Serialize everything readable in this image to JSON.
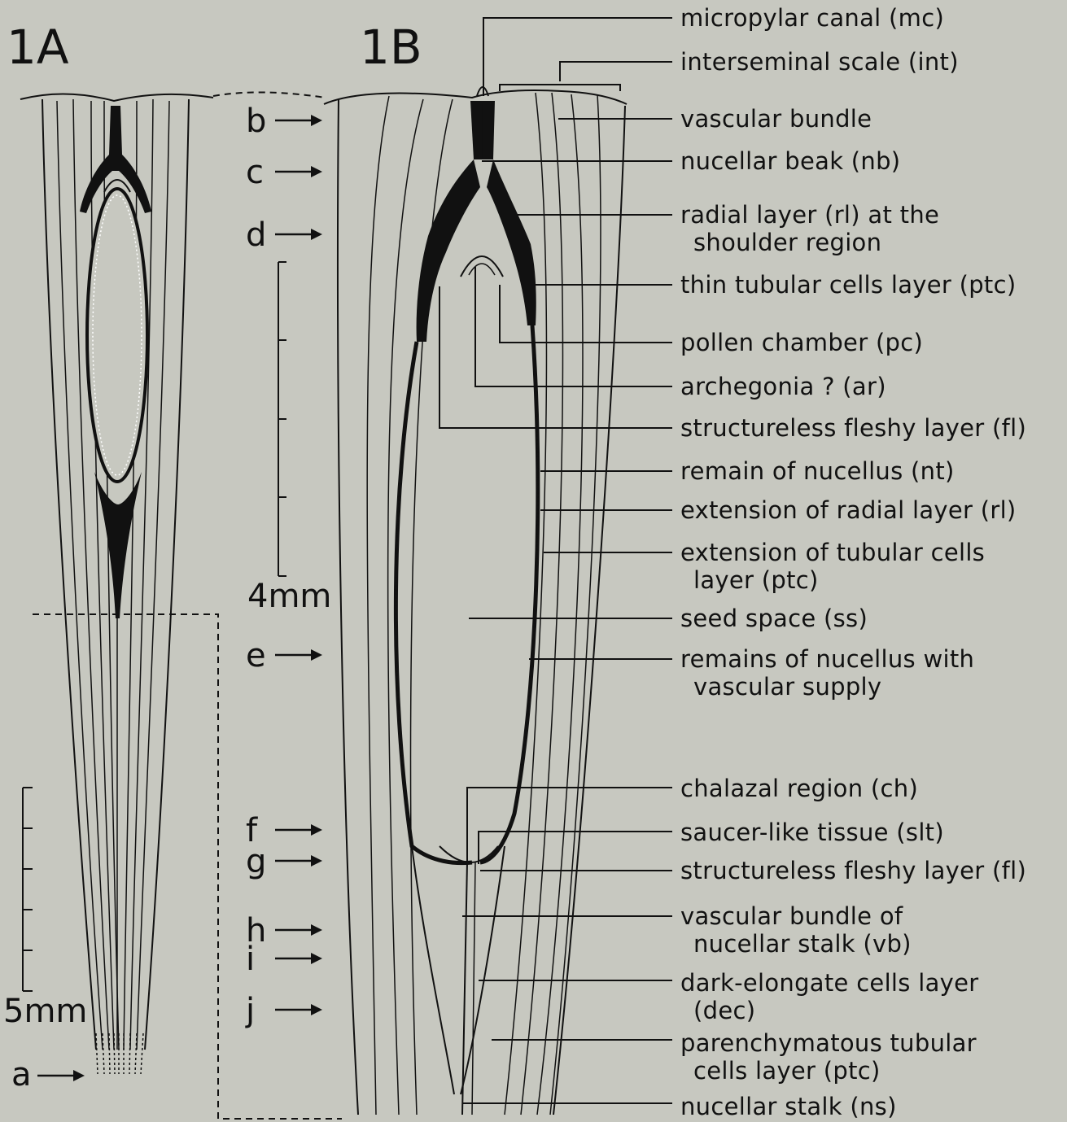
{
  "panels": {
    "a": "1A",
    "b": "1B"
  },
  "scales": {
    "panel_a": "5mm",
    "panel_b": "4mm"
  },
  "section_markers": [
    "a",
    "b",
    "c",
    "d",
    "e",
    "f",
    "g",
    "h",
    "i",
    "j"
  ],
  "annotations": [
    [
      "micropylar canal (mc)"
    ],
    [
      "interseminal scale (int)"
    ],
    [
      "vascular bundle"
    ],
    [
      "nucellar beak (nb)"
    ],
    [
      "radial layer (rl) at the",
      "shoulder region"
    ],
    [
      "thin tubular cells layer (ptc)"
    ],
    [
      "pollen chamber (pc)"
    ],
    [
      "archegonia ? (ar)"
    ],
    [
      "structureless fleshy layer (fl)"
    ],
    [
      "remain of nucellus (nt)"
    ],
    [
      "extension of radial layer (rl)"
    ],
    [
      "extension of tubular cells",
      "layer (ptc)"
    ],
    [
      "seed space (ss)"
    ],
    [
      "remains of nucellus with",
      "vascular supply"
    ],
    [
      "chalazal region (ch)"
    ],
    [
      "saucer-like tissue (slt)"
    ],
    [
      "structureless fleshy layer (fl)"
    ],
    [
      "vascular bundle of",
      "nucellar stalk (vb)"
    ],
    [
      "dark-elongate cells layer",
      "(dec)"
    ],
    [
      "parenchymatous tubular",
      "cells layer (ptc)"
    ],
    [
      "nucellar stalk (ns)"
    ]
  ],
  "colors": {
    "background": "#c7c8c0",
    "ink": "#111111"
  }
}
